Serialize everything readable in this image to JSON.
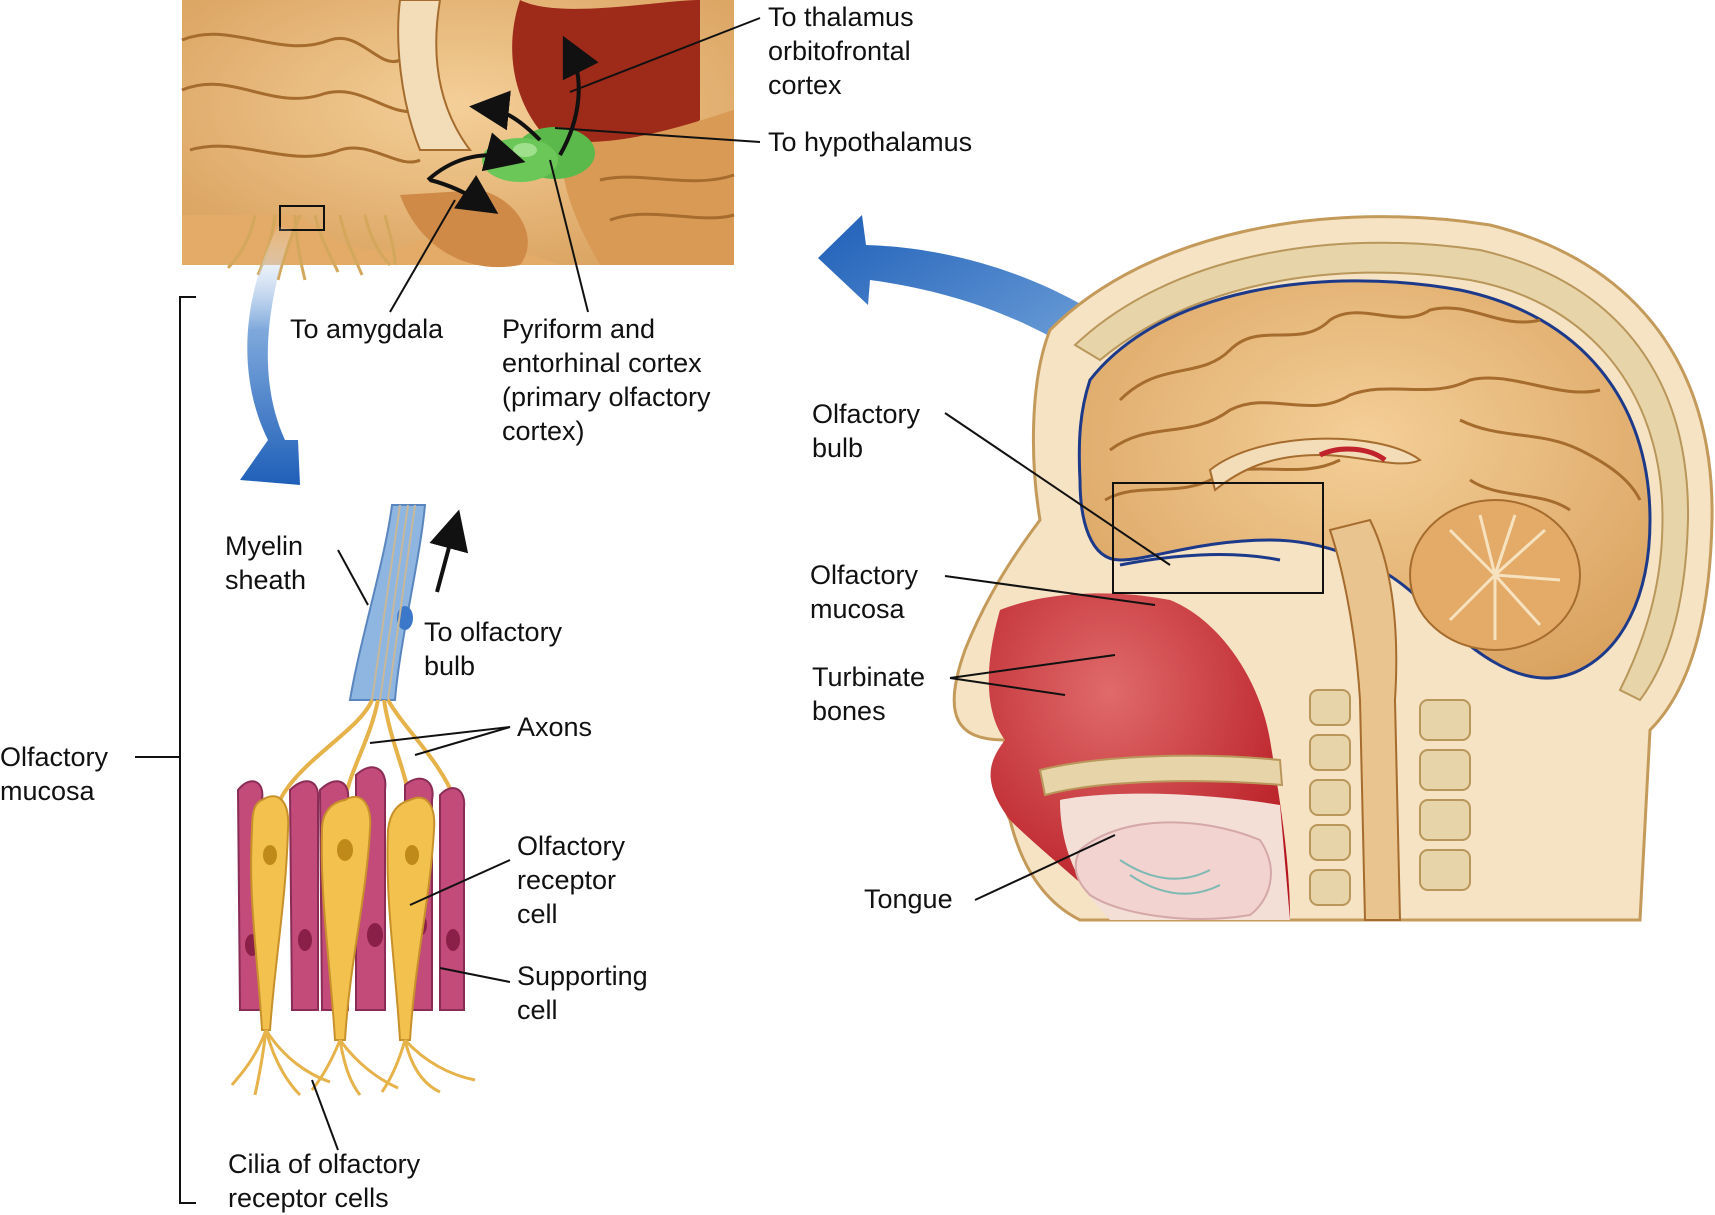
{
  "labels": {
    "to_thalamus": [
      "To thalamus",
      "orbitofrontal",
      "cortex"
    ],
    "to_hypothalamus": [
      "To hypothalamus"
    ],
    "to_amygdala": [
      "To amygdala"
    ],
    "pyriform": [
      "Pyriform and",
      "entorhinal cortex",
      "(primary olfactory",
      "cortex)"
    ],
    "myelin": [
      "Myelin",
      "sheath"
    ],
    "to_olfactory_bulb": [
      "To olfactory",
      "bulb"
    ],
    "axons": [
      "Axons"
    ],
    "olfactory_mucosa_left": [
      "Olfactory",
      "mucosa"
    ],
    "receptor_cell": [
      "Olfactory",
      "receptor",
      "cell"
    ],
    "supporting_cell": [
      "Supporting",
      "cell"
    ],
    "cilia": [
      "Cilia of olfactory",
      "receptor cells"
    ],
    "olfactory_bulb_right": [
      "Olfactory",
      "bulb"
    ],
    "olfactory_mucosa_right": [
      "Olfactory",
      "mucosa"
    ],
    "turbinate": [
      "Turbinate",
      "bones"
    ],
    "tongue": [
      "Tongue"
    ]
  },
  "colors": {
    "brain": "#e9b97e",
    "brain_dark": "#b8823f",
    "bone": "#e7d4a8",
    "nasal": "#c0232b",
    "bulb_green": "#5bb84a",
    "receptor_yellow": "#f2c14e",
    "supporting_pink": "#c24b7a",
    "myelin_blue": "#8fb6e0",
    "arrow_blue": "#2f6fc0"
  }
}
